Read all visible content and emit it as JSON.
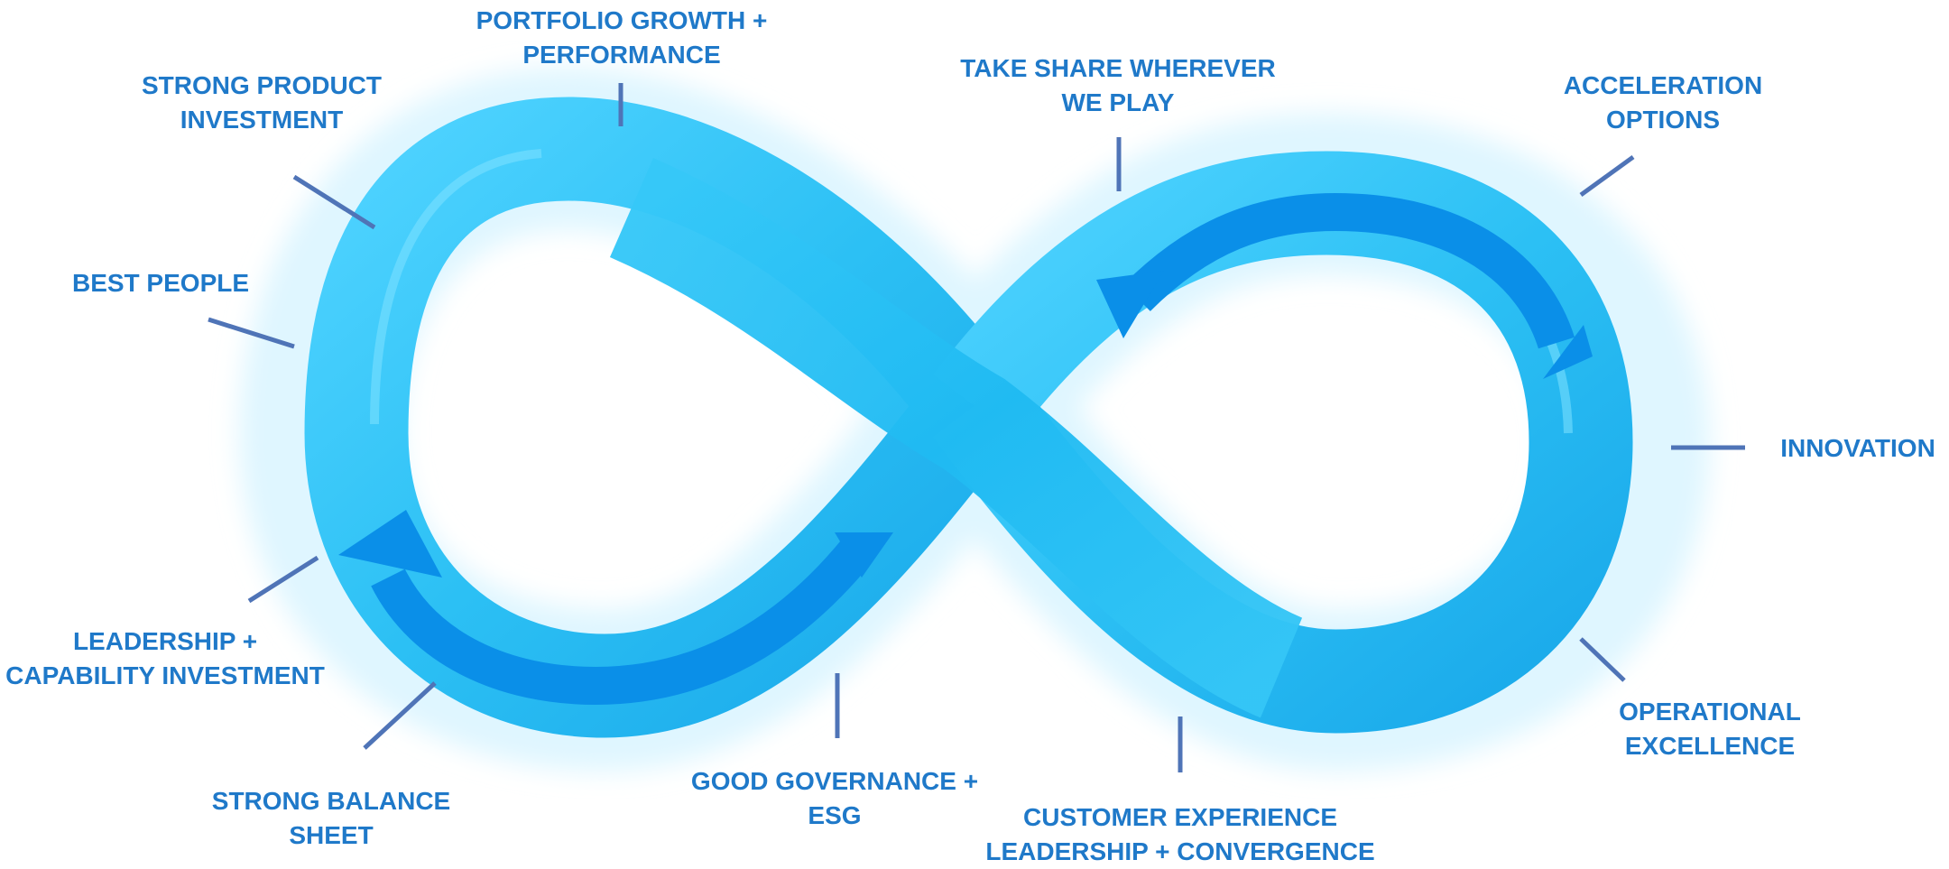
{
  "colors": {
    "band": "#2cc0f4",
    "band_light": "#4fd3ff",
    "band_dark": "#1297df",
    "arrow": "#0a8fe8",
    "glow": "#dff6ff",
    "tick": "#4f74b7",
    "label": "#1f79c9"
  },
  "labels": {
    "portfolio": [
      "PORTFOLIO GROWTH +",
      "PERFORMANCE"
    ],
    "product": [
      "STRONG PRODUCT",
      "INVESTMENT"
    ],
    "people": [
      "BEST PEOPLE"
    ],
    "leadership": [
      "LEADERSHIP +",
      "CAPABILITY INVESTMENT"
    ],
    "balance": [
      "STRONG BALANCE",
      "SHEET"
    ],
    "governance": [
      "GOOD GOVERNANCE +",
      "ESG"
    ],
    "customer": [
      "CUSTOMER EXPERIENCE",
      "LEADERSHIP + CONVERGENCE"
    ],
    "operational": [
      "OPERATIONAL",
      "EXCELLENCE"
    ],
    "innovation": [
      "INNOVATION"
    ],
    "acceleration": [
      "ACCELERATION",
      "OPTIONS"
    ],
    "share": [
      "TAKE SHARE WHEREVER",
      "WE PLAY"
    ]
  }
}
